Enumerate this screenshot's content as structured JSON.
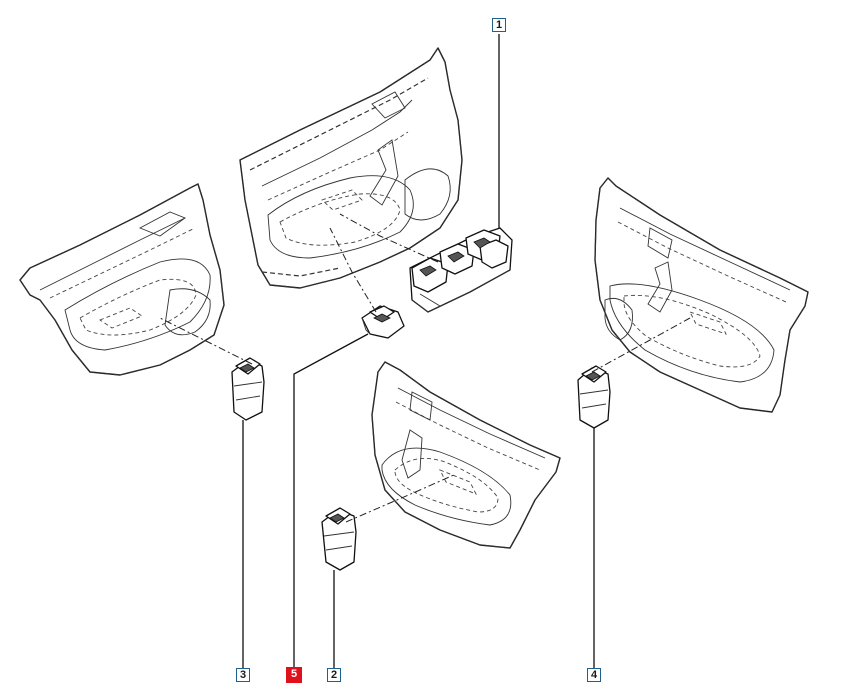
{
  "diagram": {
    "callouts": [
      {
        "id": "callout-1",
        "label": "1",
        "highlight": false
      },
      {
        "id": "callout-2",
        "label": "2",
        "highlight": false
      },
      {
        "id": "callout-3",
        "label": "3",
        "highlight": false
      },
      {
        "id": "callout-4",
        "label": "4",
        "highlight": false
      },
      {
        "id": "callout-5",
        "label": "5",
        "highlight": true
      }
    ],
    "colors": {
      "callout_border": "#1f5f8f",
      "highlight": "#e0101c",
      "line": "#222222",
      "background": "#ffffff"
    }
  }
}
